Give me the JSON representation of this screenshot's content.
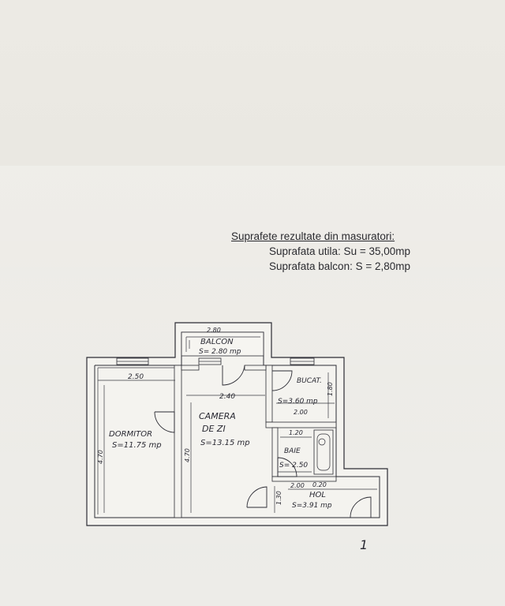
{
  "summary": {
    "heading": "Suprafete rezultate din masuratori:",
    "useful_area": "Suprafata utila: Su = 35,00mp",
    "balcony_area": "Suprafata balcon: S = 2,80mp"
  },
  "rooms": {
    "balcon": {
      "name": "BALCON",
      "area": "S= 2.80 mp",
      "width_dim": "2.80"
    },
    "dormitor": {
      "name": "DORMITOR",
      "area": "S=11.75 mp",
      "width_dim": "2.50",
      "height_dim": "4.70"
    },
    "camera": {
      "name_line1": "CAMERA",
      "name_line2": "DE ZI",
      "area": "S=13.15 mp",
      "width_dim": "2.40",
      "height_dim": "4.70"
    },
    "bucatarie": {
      "name": "BUCAT.",
      "area": "S=3.60 mp",
      "top_dim": "2.00",
      "side_dim": "1.80"
    },
    "baie": {
      "name": "BAIE",
      "area": "S= 2.50",
      "top_dim": "1.20",
      "bottom_dim": "2.00"
    },
    "hol": {
      "name": "HOL",
      "area": "S=3.91 mp",
      "top_dim": "0.20",
      "side_dim": "1.30"
    }
  },
  "entrance_mark": "1"
}
